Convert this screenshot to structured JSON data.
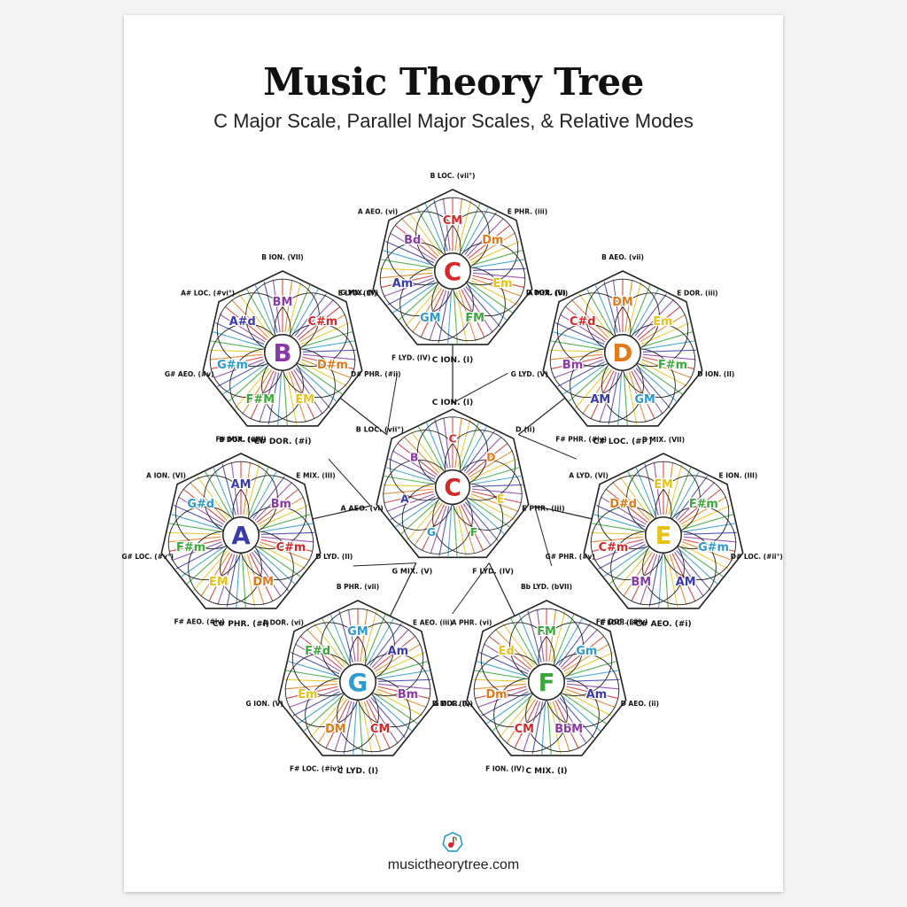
{
  "title": "Music Theory Tree",
  "subtitle": "C Major Scale, Parallel Major Scales, & Relative Modes",
  "footer": "musictheorytree.com",
  "logo_icon": "music-note-heptagon-icon",
  "colors": {
    "C": "#d62828",
    "D": "#e07a1a",
    "E": "#e8c21a",
    "F": "#3aa83a",
    "G": "#2e9ad0",
    "A": "#3a3aa8",
    "B": "#8a3aa8",
    "outline": "#222222"
  },
  "center": {
    "tonic": "C",
    "notes": [
      "C",
      "D",
      "E",
      "F",
      "G",
      "A",
      "B"
    ],
    "top_label": "C ION. (I)",
    "side_labels": [
      {
        "note": "D",
        "text": "(ii)"
      },
      {
        "note": "E",
        "text": "PHR. (iii)"
      },
      {
        "note": "F",
        "text": "LYD. (IV)"
      },
      {
        "note": "G",
        "text": "MIX. (V)"
      },
      {
        "note": "A",
        "text": "AEO. (vi)"
      },
      {
        "note": "B",
        "text": "LOC. (vii°)"
      }
    ]
  },
  "wheels": [
    {
      "tonic": "C",
      "base": "C",
      "bottom_label": "C ION. (I)",
      "chords": [
        "CM",
        "Dm",
        "Em",
        "FM",
        "GM",
        "Am",
        "Bd"
      ],
      "outer": [
        "F LYD. (IV)",
        "G MIX. (V)",
        "A AEO. (vi)",
        "B LOC. (vii°)",
        "E PHR. (iii)",
        "D DOR. (ii)"
      ]
    },
    {
      "tonic": "D",
      "base": "D",
      "bottom_label": "C# LOC. (#i°)",
      "chords": [
        "DM",
        "Em",
        "F#m",
        "GM",
        "AM",
        "Bm",
        "C#d"
      ],
      "outer": [
        "F# PHR. (#iv)",
        "G LYD. (V)",
        "A MIX. (VI)",
        "B AEO. (vii)",
        "E DOR. (iii)",
        "D ION. (II)"
      ]
    },
    {
      "tonic": "E",
      "base": "E",
      "bottom_label": "C# AEO. (#i)",
      "chords": [
        "EM",
        "F#m",
        "G#m",
        "AM",
        "BM",
        "C#m",
        "D#d"
      ],
      "outer": [
        "F# DOR. (#iv)",
        "G# PHR. (#v)",
        "A LYD. (VI)",
        "B MIX. (VII)",
        "E ION. (III)",
        "D# LOC. (#ii°)"
      ]
    },
    {
      "tonic": "F",
      "base": "F",
      "bottom_label": "C MIX. (I)",
      "chords": [
        "FM",
        "Gm",
        "Am",
        "BbM",
        "CM",
        "Dm",
        "Ed"
      ],
      "outer": [
        "F ION. (IV)",
        "G DOR. (v)",
        "A PHR. (vi)",
        "Bb LYD. (bVII)",
        "E LOC. (iii°)",
        "D AEO. (ii)"
      ]
    },
    {
      "tonic": "G",
      "base": "G",
      "bottom_label": "C LYD. (I)",
      "chords": [
        "GM",
        "Am",
        "Bm",
        "CM",
        "DM",
        "Em",
        "F#d"
      ],
      "outer": [
        "F# LOC. (#iv°)",
        "G ION. (V)",
        "A DOR. (vi)",
        "B PHR. (vii)",
        "E AEO. (iii)",
        "D MIX. (II)"
      ]
    },
    {
      "tonic": "A",
      "base": "A",
      "bottom_label": "C# PHR. (#i)",
      "chords": [
        "AM",
        "Bm",
        "C#m",
        "DM",
        "EM",
        "F#m",
        "G#d"
      ],
      "outer": [
        "F# AEO. (#iv)",
        "G# LOC. (#v°)",
        "A ION. (VI)",
        "B DOR. (vii)",
        "E MIX. (III)",
        "D LYD. (II)"
      ]
    },
    {
      "tonic": "B",
      "base": "B",
      "bottom_label": "C# DOR. (#i)",
      "chords": [
        "BM",
        "C#m",
        "D#m",
        "EM",
        "F#M",
        "G#m",
        "A#d"
      ],
      "outer": [
        "F# MIX. (#IV)",
        "G# AEO. (#v)",
        "A# LOC. (#vi°)",
        "B ION. (VII)",
        "E LYD. (III)",
        "D# PHR. (#ii)"
      ]
    }
  ]
}
